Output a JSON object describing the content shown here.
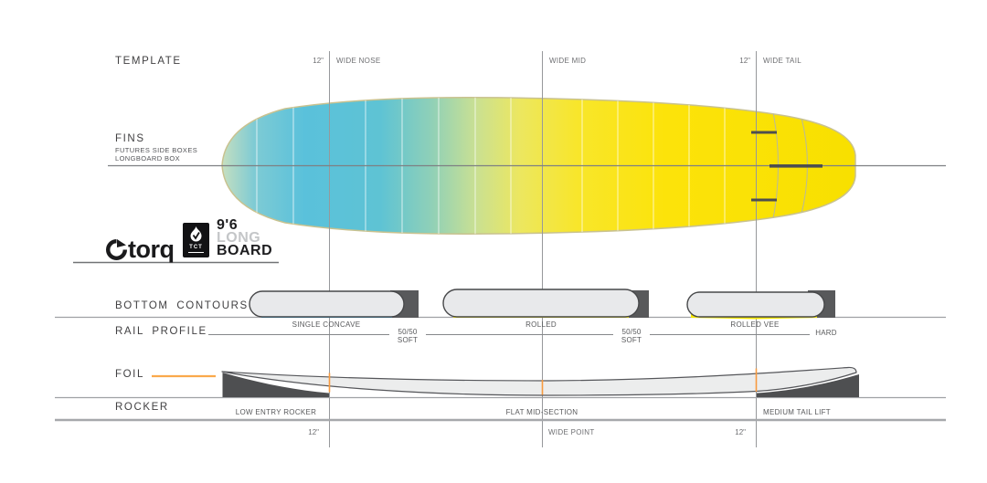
{
  "brand": {
    "logo_text": "torq",
    "badge_label": "TCT",
    "size": "9'6",
    "model_line1": "LONG",
    "model_line2": "BOARD"
  },
  "sections": {
    "template": {
      "label": "TEMPLATE"
    },
    "fins": {
      "label": "FINS",
      "sub1": "FUTURES SIDE BOXES",
      "sub2": "LONGBOARD BOX"
    },
    "bottom_contours": {
      "label": "BOTTOM CONTOURS",
      "items": [
        "SINGLE CONCAVE",
        "ROLLED",
        "ROLLED VEE"
      ]
    },
    "rail_profile": {
      "label": "RAIL PROFILE",
      "items": [
        {
          "line1": "50/50",
          "line2": "SOFT"
        },
        {
          "line1": "50/50",
          "line2": "SOFT"
        },
        {
          "line1": "HARD",
          "line2": ""
        }
      ]
    },
    "foil": {
      "label": "FOIL"
    },
    "rocker": {
      "label": "ROCKER",
      "items": [
        "LOW ENTRY ROCKER",
        "FLAT MID-SECTION",
        "MEDIUM TAIL LIFT"
      ]
    }
  },
  "guides": {
    "top": [
      {
        "offset": "12\"",
        "label": "WIDE NOSE"
      },
      {
        "offset": "",
        "label": "WIDE MID"
      },
      {
        "offset": "12\"",
        "label": "WIDE TAIL"
      }
    ],
    "bottom": [
      {
        "offset": "12\"",
        "label": ""
      },
      {
        "offset": "",
        "label": "WIDE POINT"
      },
      {
        "offset": "12\"",
        "label": ""
      }
    ]
  },
  "colors": {
    "nose_blue": "#55BFDA",
    "tail_yellow": "#FCE303",
    "single_concave_blue": "#29ABE2",
    "contour_yellow": "#F6E800",
    "accent_orange": "#F9A03F",
    "block_dark": "#4E4F51"
  }
}
